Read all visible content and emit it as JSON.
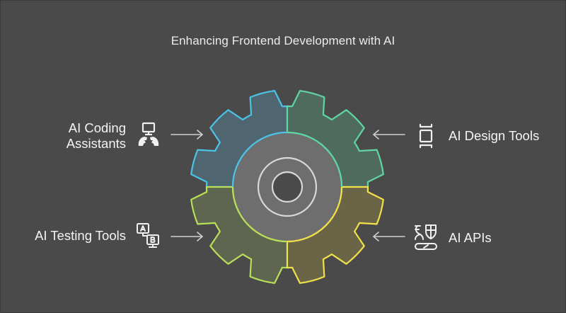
{
  "title": "Enhancing Frontend Development with AI",
  "colors": {
    "background": "#4a4a4a",
    "hub": "#6e6e6e",
    "hub_hole": "#4a4a4a",
    "hub_ring": "#d8d8d8",
    "arrow": "#d0d0d0",
    "icon": "#f0f0f0"
  },
  "items": [
    {
      "id": "coding",
      "label_lines": [
        "AI Coding",
        "Assistants"
      ],
      "icon": "computer-with-hands-icon",
      "quadrant": "top-left",
      "stroke": "#4cc3e6",
      "fill": "#4f6670"
    },
    {
      "id": "design",
      "label_lines": [
        "AI Design Tools"
      ],
      "icon": "frame-design-icon",
      "quadrant": "top-right",
      "stroke": "#5fd6a4",
      "fill": "#4f6a5e"
    },
    {
      "id": "testing",
      "label_lines": [
        "AI Testing Tools"
      ],
      "icon": "ab-test-monitors-icon",
      "quadrant": "bottom-left",
      "stroke": "#b8df5a",
      "fill": "#5e6650"
    },
    {
      "id": "apis",
      "label_lines": [
        "AI APIs"
      ],
      "icon": "api-connector-icon",
      "quadrant": "bottom-right",
      "stroke": "#f2e04a",
      "fill": "#6b6547"
    }
  ]
}
